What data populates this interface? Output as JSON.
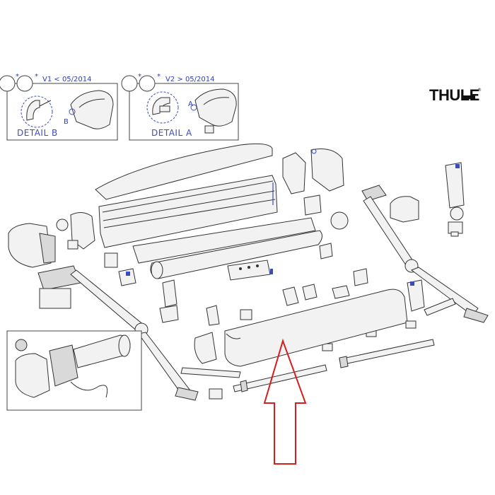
{
  "brand": {
    "name": "THULE",
    "mark": "®"
  },
  "inset_v1": {
    "version": "V1 < 05/2014",
    "detail_label": "DETAIL B",
    "callout": "B",
    "star": "*"
  },
  "inset_v2": {
    "version": "V2 > 05/2014",
    "detail_label": "DETAIL A",
    "callout": "A",
    "star": "*"
  },
  "arrow_color": "#d21f1f",
  "accent_color": "#3a4cc0"
}
